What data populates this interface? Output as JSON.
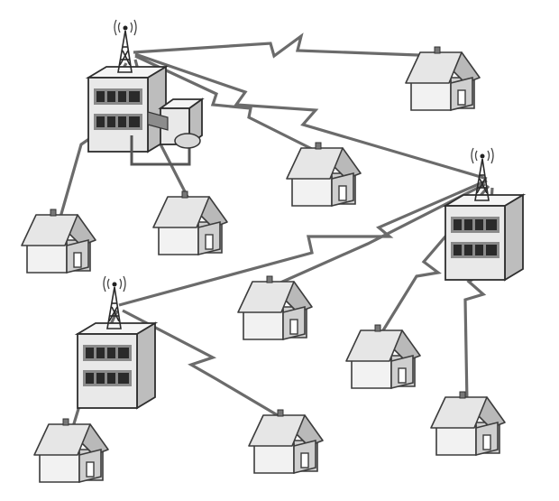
{
  "diagram": {
    "nodes": [
      {
        "id": "base-station-top-left",
        "kind": "base-station"
      },
      {
        "id": "base-station-right",
        "kind": "base-station"
      },
      {
        "id": "base-station-bottom-left",
        "kind": "base-station"
      },
      {
        "id": "house-top-right",
        "kind": "house"
      },
      {
        "id": "house-center-top",
        "kind": "house"
      },
      {
        "id": "house-left",
        "kind": "house"
      },
      {
        "id": "house-center-left",
        "kind": "house"
      },
      {
        "id": "house-center",
        "kind": "house"
      },
      {
        "id": "house-right-mid",
        "kind": "house"
      },
      {
        "id": "house-bottom-left",
        "kind": "house"
      },
      {
        "id": "house-bottom-center",
        "kind": "house"
      },
      {
        "id": "house-bottom-right",
        "kind": "house"
      }
    ],
    "links": [
      {
        "from": "base-station-top-left",
        "to": "house-top-right"
      },
      {
        "from": "base-station-top-left",
        "to": "base-station-right"
      },
      {
        "from": "base-station-top-left",
        "to": "house-center-top"
      },
      {
        "from": "base-station-top-left",
        "to": "house-left"
      },
      {
        "from": "base-station-top-left",
        "to": "house-center-left"
      },
      {
        "from": "base-station-right",
        "to": "base-station-bottom-left"
      },
      {
        "from": "base-station-right",
        "to": "house-center"
      },
      {
        "from": "base-station-right",
        "to": "house-right-mid"
      },
      {
        "from": "base-station-right",
        "to": "house-bottom-right"
      },
      {
        "from": "base-station-bottom-left",
        "to": "house-bottom-left"
      },
      {
        "from": "base-station-bottom-left",
        "to": "house-bottom-center"
      }
    ]
  }
}
